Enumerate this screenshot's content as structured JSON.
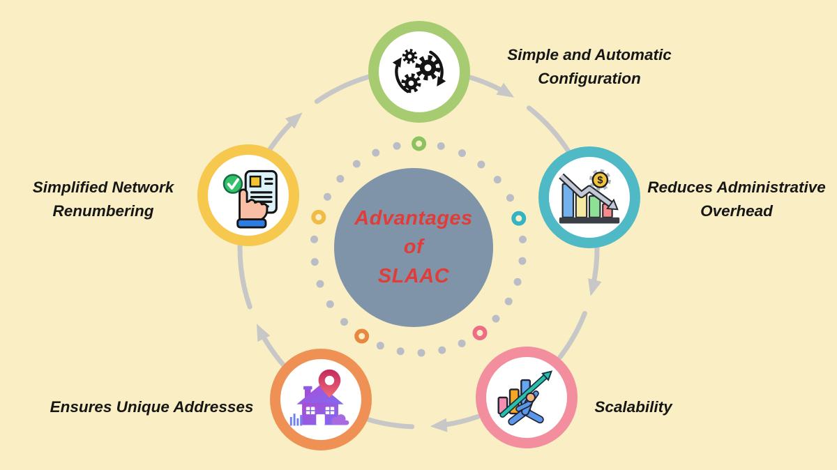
{
  "center": {
    "lines": [
      "Advantages",
      "of",
      "SLAAC"
    ],
    "bg": "#8094A9",
    "text_color": "#E03C38"
  },
  "nodes": [
    {
      "id": "configuration",
      "label": "Simple and Automatic Configuration",
      "ring": "#A6CB71",
      "accent": "#8CC25F",
      "icon": "gears-cycle-icon"
    },
    {
      "id": "overhead",
      "label": "Reduces Administrative Overhead",
      "ring": "#4FBAC6",
      "accent": "#33B3C4",
      "icon": "declining-cost-chart-icon"
    },
    {
      "id": "scalability",
      "label": "Scalability",
      "ring": "#F28E9D",
      "accent": "#EE6C86",
      "icon": "growth-arrow-person-icon"
    },
    {
      "id": "unique-addresses",
      "label": "Ensures Unique Addresses",
      "ring": "#EF9155",
      "accent": "#E8873F",
      "icon": "house-location-pin-icon"
    },
    {
      "id": "renumbering",
      "label": "Simplified Network Renumbering",
      "ring": "#F6C84D",
      "accent": "#F0BC45",
      "icon": "hand-checklist-icon"
    }
  ],
  "decor": {
    "background": "#FAEFC4",
    "arc_color": "#C7C7C7",
    "dot_color": "#BABDC6",
    "label_color": "#161616"
  }
}
